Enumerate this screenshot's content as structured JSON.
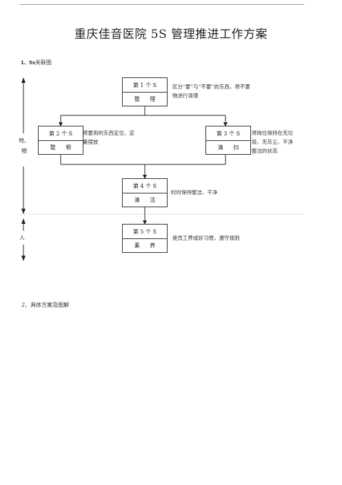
{
  "page_title": "重庆佳音医院 5S 管理推进工作方案",
  "section1": {
    "number": "1、",
    "code": "5s",
    "label": "关联图"
  },
  "side_labels": {
    "things": "地、物",
    "people": "人"
  },
  "boxes": [
    {
      "head": "第 1 个 S",
      "name": "整 理",
      "desc": "区分“要”与“不要”的东西，将不要物进行清理"
    },
    {
      "head": "第 2 个 S",
      "name": "整 顿",
      "desc": "将要用的东西定位、定量摆放"
    },
    {
      "head": "第 3 个 S",
      "name": "清 扫",
      "desc": "将岗位保持在无垃圾、无灰尘、干净整洁的状态"
    },
    {
      "head": "第 4 个 S",
      "name": "清 洁",
      "desc": "时时保持整洁、干净"
    },
    {
      "head": "第 5 个 S",
      "name": "素 养",
      "desc": "使员工养成好习惯，遵守规则"
    }
  ],
  "section2": {
    "number": "2",
    "label": "、具体方案及图解"
  }
}
